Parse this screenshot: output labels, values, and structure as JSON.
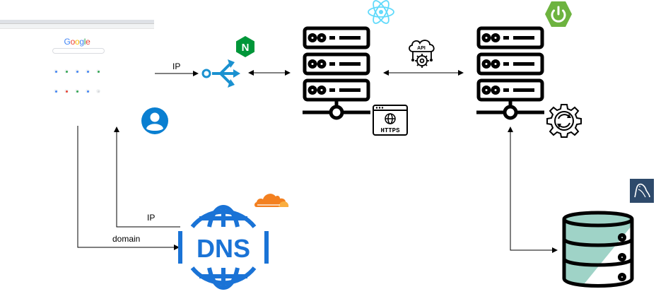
{
  "edges": {
    "client_to_proxy_label": "IP",
    "dns_to_client_label": "IP",
    "client_to_dns_label": "domain"
  },
  "browser": {
    "logo_letters": [
      "G",
      "o",
      "o",
      "g",
      "l",
      "e"
    ],
    "logo_colors": [
      "#4285F4",
      "#EA4335",
      "#FBBC05",
      "#4285F4",
      "#34A853",
      "#EA4335"
    ]
  },
  "icons": {
    "frontend_server": "server-icon",
    "backend_server": "server-icon",
    "proxy": "load-balancer-icon",
    "nginx": "nginx-icon",
    "react": "react-icon",
    "spring": "spring-boot-icon",
    "api": "api-gear-icon",
    "https": "https-icon",
    "sync": "sync-gear-icon",
    "user": "user-icon",
    "cloudflare": "cloudflare-icon",
    "dns": "dns-globe-icon",
    "mysql": "mysql-icon",
    "database": "database-icon"
  },
  "text": {
    "dns": "DNS",
    "https": "HTTPS",
    "api": "API",
    "nginx": "N"
  },
  "colors": {
    "proxy_blue": "#1a91d0",
    "nginx_green": "#009639",
    "react_blue": "#61dafb",
    "spring_green": "#6db33f",
    "user_blue": "#0a7fd1",
    "cloudflare_orange": "#f38020",
    "dns_blue": "#1a73d6",
    "mysql_navy": "#2e4a6b",
    "db_teal": "#9fd3c7"
  }
}
